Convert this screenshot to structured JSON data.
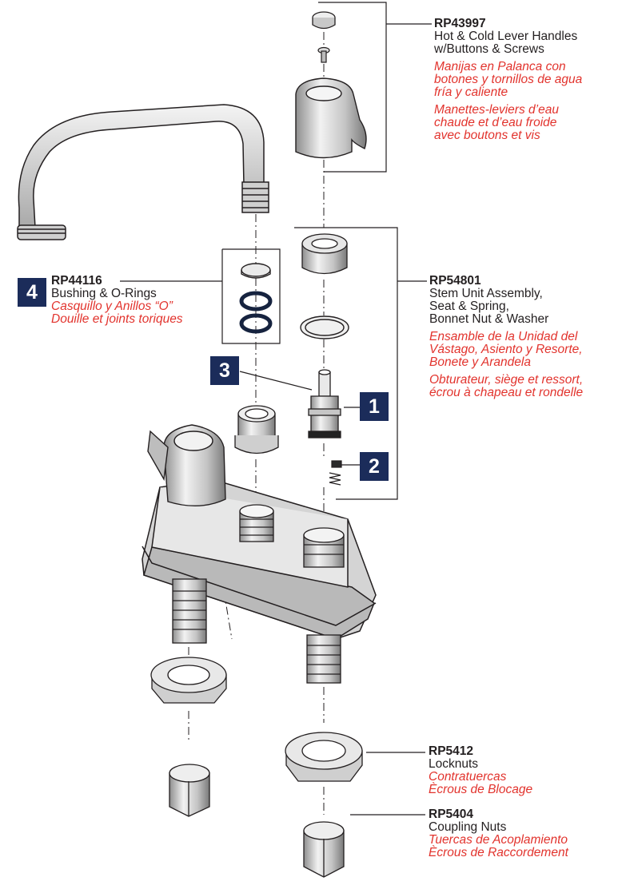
{
  "parts": {
    "handles": {
      "part_no": "RP43997",
      "en": "Hot & Cold Lever Handles\nw/Buttons & Screws",
      "es": "Manijas en Palanca con\nbotones y tornillos de agua\nfría y caliente",
      "fr": "Manettes-leviers d’eau\nchaude et d’eau froide\navec boutons et vis"
    },
    "stem": {
      "part_no": "RP54801",
      "en": "Stem Unit Assembly,\nSeat & Spring,\nBonnet Nut & Washer",
      "es": "Ensamble de la Unidad del\nVástago, Asiento y Resorte,\nBonete y Arandela",
      "fr": "Obturateur, siège et ressort,\nécrou à chapeau et rondelle"
    },
    "bushing": {
      "part_no": "RP44116",
      "en": "Bushing & O-Rings",
      "es": "Casquillo y Anillos “O”",
      "fr": "Douille et joints toriques"
    },
    "locknuts": {
      "part_no": "RP5412",
      "en": "Locknuts",
      "es": "Contratuercas",
      "fr": "Ècrous de Blocage"
    },
    "coupling": {
      "part_no": "RP5404",
      "en": "Coupling Nuts",
      "es": "Tuercas de Acoplamiento",
      "fr": "Ècrous de Raccordement"
    }
  },
  "callouts": {
    "one": "1",
    "two": "2",
    "three": "3",
    "four": "4"
  },
  "colors": {
    "badge": "#1b2c5a",
    "translation_text": "#e2332d",
    "line": "#231f20",
    "part_fill": "#d9d9d9"
  }
}
